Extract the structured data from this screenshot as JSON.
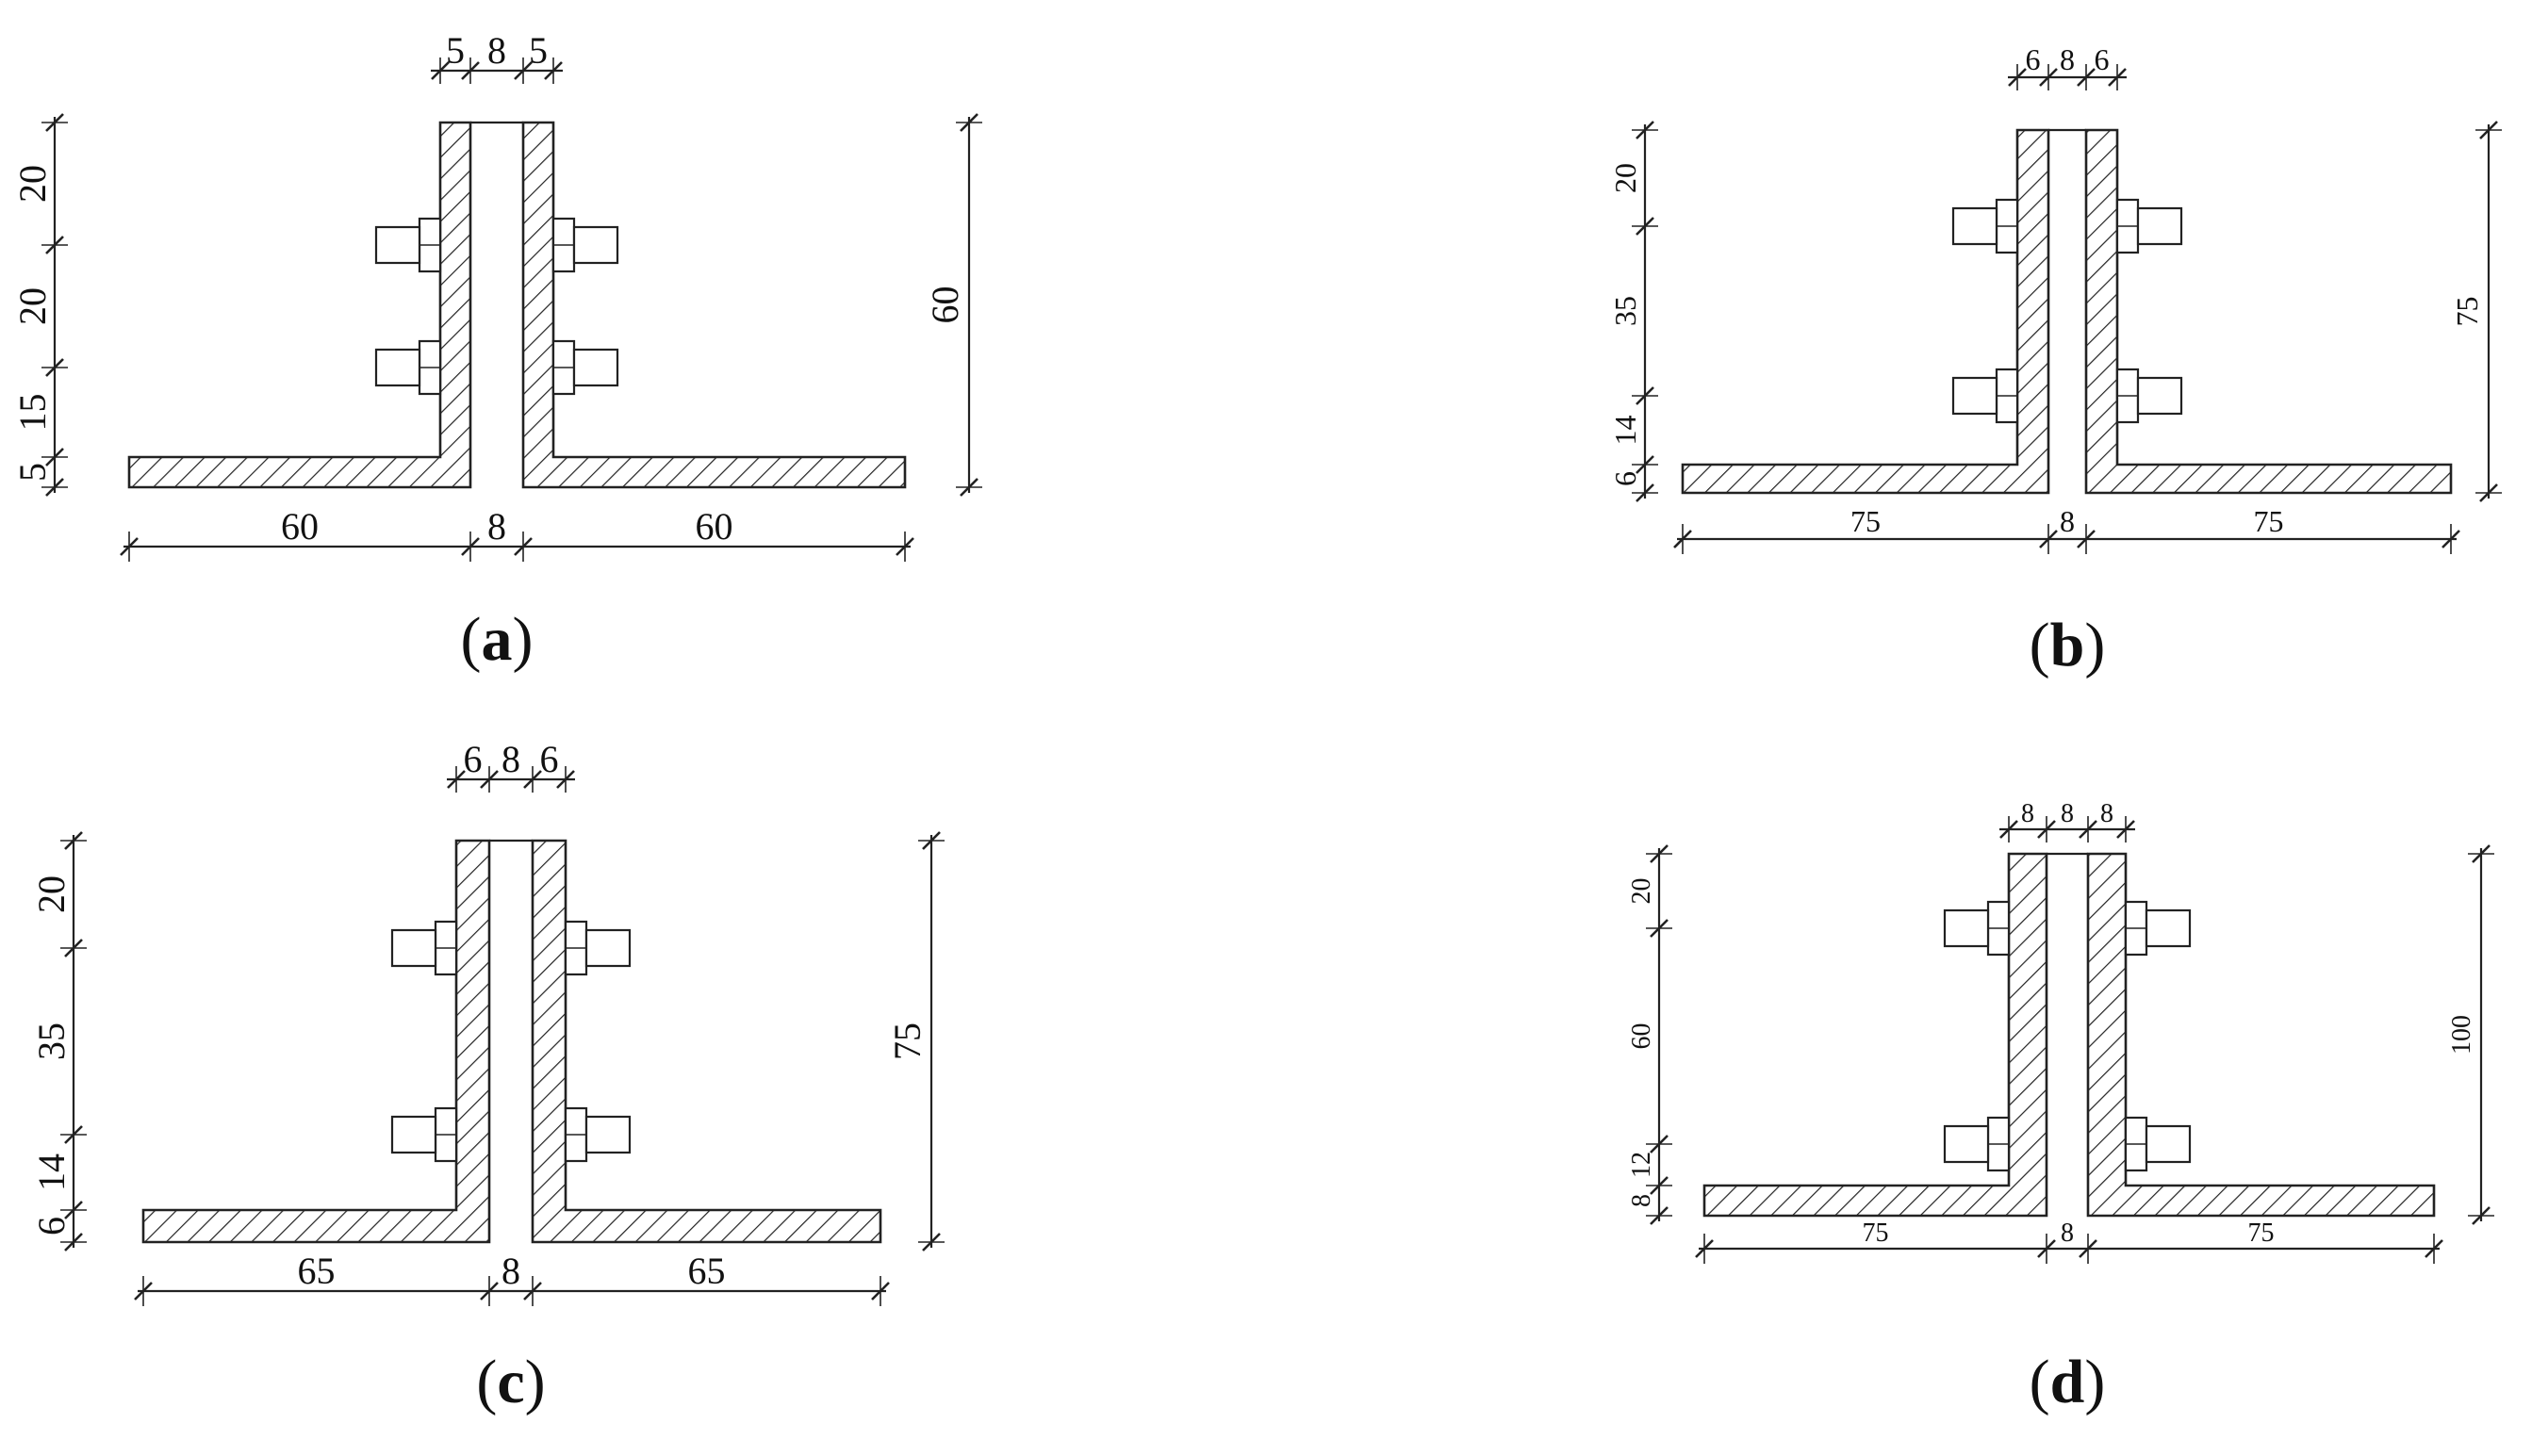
{
  "panels": [
    {
      "id": "a",
      "caption": "a",
      "top_dims": [
        "5",
        "8",
        "5"
      ],
      "left_dims": [
        "20",
        "20",
        "15",
        "5"
      ],
      "right_dim": "60",
      "bottom_dims": [
        "60",
        "8",
        "60"
      ]
    },
    {
      "id": "b",
      "caption": "b",
      "top_dims": [
        "6",
        "8",
        "6"
      ],
      "left_dims": [
        "20",
        "35",
        "14",
        "6"
      ],
      "right_dim": "75",
      "bottom_dims": [
        "75",
        "8",
        "75"
      ]
    },
    {
      "id": "c",
      "caption": "c",
      "top_dims": [
        "6",
        "8",
        "6"
      ],
      "left_dims": [
        "20",
        "35",
        "14",
        "6"
      ],
      "right_dim": "75",
      "bottom_dims": [
        "65",
        "8",
        "65"
      ]
    },
    {
      "id": "d",
      "caption": "d",
      "top_dims": [
        "8",
        "8",
        "8"
      ],
      "left_dims": [
        "20",
        "60",
        "12",
        "8"
      ],
      "right_dim": "100",
      "bottom_dims": [
        "75",
        "8",
        "75"
      ]
    }
  ]
}
